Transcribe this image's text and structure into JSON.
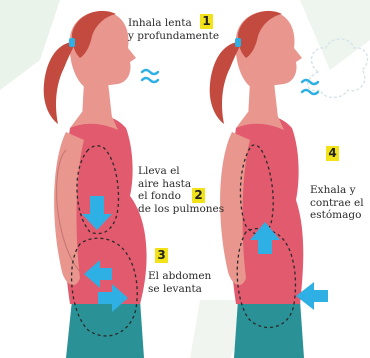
{
  "steps": [
    {
      "number": "1",
      "text_lines": [
        "Inhala lenta",
        "y profundamente"
      ]
    },
    {
      "number": "2",
      "text_lines": [
        "Lleva el",
        "aire hasta",
        "el fondo",
        "de los pulmones"
      ]
    },
    {
      "number": "3",
      "text_lines": [
        "El abdomen",
        "se levanta"
      ]
    },
    {
      "number": "4",
      "text_lines": [
        "Exhala y",
        "contrae el",
        "estómago"
      ]
    }
  ],
  "colors": {
    "skin": "#e8968e",
    "hair": "#c24a3e",
    "shirt": "#e25a6e",
    "pants": "#2a9196",
    "arrow": "#2fb0e4",
    "badge": "#f2e21a",
    "dashed_outline": "#2b2b2b"
  }
}
